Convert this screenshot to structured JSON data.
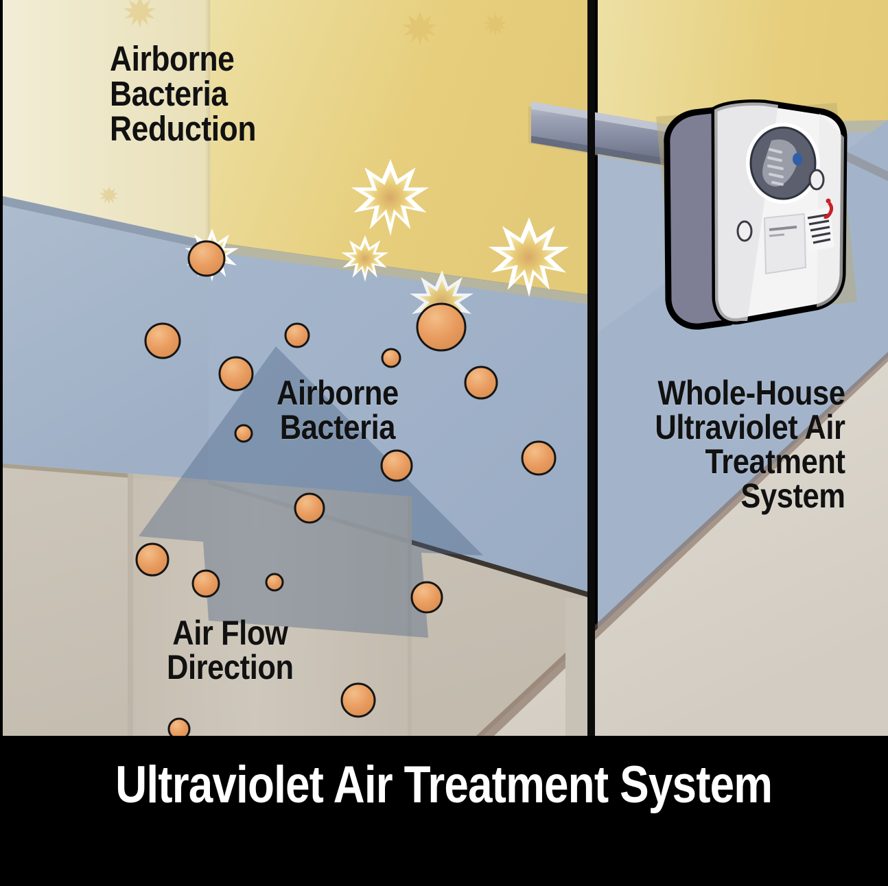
{
  "caption": {
    "text": "Ultraviolet Air Treatment System",
    "background_color": "#000000",
    "text_color": "#ffffff"
  },
  "labels": {
    "airborne_bacteria_reduction": "Airborne\nBacteria\nReduction",
    "airborne_bacteria": "Airborne\nBacteria",
    "air_flow_direction": "Air Flow\nDirection",
    "whole_house_system": "Whole-House\nUltraviolet Air\nTreatment\nSystem"
  },
  "panels": {
    "left": {
      "name": "before-treatment-room",
      "description": "Room interior showing airborne bacteria rising with the air flow and being destroyed by ultraviolet light"
    },
    "right": {
      "name": "uv-device-room",
      "description": "Room interior showing the whole-house ultraviolet air treatment unit mounted on the duct"
    }
  },
  "colors": {
    "wall_yellow_light": "#EEE9CD",
    "wall_yellow": "#E8D285",
    "wall_blue": "#A9B8CC",
    "wall_blue_dark": "#8FA3BC",
    "floor_beige": "#C9C2B6",
    "floor_beige_light": "#DCD7CE",
    "bacteria_orange": "#E79B5E",
    "bacteria_outline": "#151515",
    "burst_yellow": "#E8CE72",
    "burst_white": "#FFFFFF",
    "device_body_white": "#F2F2F2",
    "device_side_gray": "#7E7F95",
    "device_outline": "#000000",
    "duct_gray": "#8E93A6",
    "accent_red": "#C8202A",
    "divider_black": "#0B0B0B"
  },
  "scene_elements": {
    "air_flow_arrow": {
      "name": "air-flow-arrow",
      "direction": "up",
      "color": "#7E93B0"
    },
    "duct_pipe": {
      "name": "duct-pipe",
      "color": "#8E93A6"
    },
    "uv_device": {
      "name": "uv-air-treatment-unit",
      "lamp_window": "dark circular UV lamp viewport",
      "indicator_lights": 2,
      "label_plate": "white rectangular brand label",
      "warning_sticker": "red-accented caution label"
    },
    "bacteria_count_visible": 18,
    "burst_count_visible": 7
  }
}
